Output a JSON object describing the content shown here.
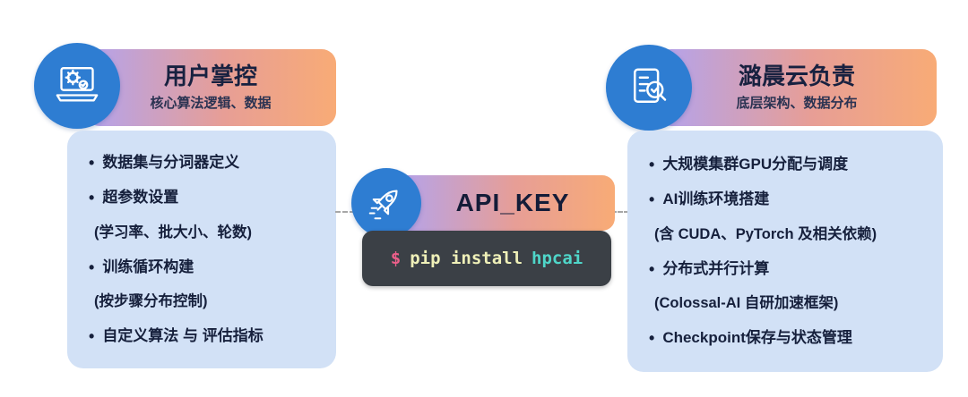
{
  "colors": {
    "header_gradient_start": "#b2a3ef",
    "header_gradient_mid": "#e79e96",
    "header_gradient_end": "#f8ab76",
    "icon_circle_blue": "#2e7dd2",
    "panel_background": "#d2e1f6",
    "terminal_background": "#3b4046",
    "terminal_prompt_pink": "#ec5f8a",
    "terminal_command_yellow": "#eff0b8",
    "terminal_package_teal": "#4fd6c9",
    "text_dark_navy": "#182140"
  },
  "left_panel": {
    "icon": "laptop-gear-icon",
    "title": "用户掌控",
    "subtitle": "核心算法逻辑、数据",
    "items": [
      "数据集与分词器定义",
      "超参数设置",
      "(学习率、批大小、轮数)",
      "训练循环构建",
      "(按步骤分布控制)",
      "自定义算法 与 评估指标"
    ]
  },
  "center": {
    "icon": "rocket-icon",
    "title": "API_KEY",
    "terminal": {
      "prompt": "$",
      "command": "pip install",
      "package": "hpcai"
    }
  },
  "right_panel": {
    "icon": "checklist-magnifier-icon",
    "title": "潞晨云负责",
    "subtitle": "底层架构、数据分布",
    "items": [
      "大规模集群GPU分配与调度",
      "AI训练环境搭建",
      "(含 CUDA、PyTorch 及相关依赖)",
      "分布式并行计算",
      "(Colossal-AI 自研加速框架)",
      "Checkpoint保存与状态管理"
    ]
  }
}
